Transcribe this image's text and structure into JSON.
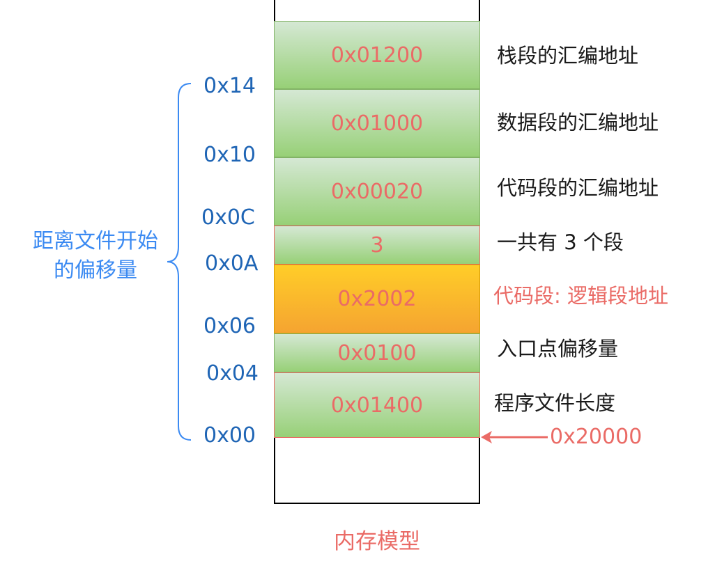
{
  "segments": [
    {
      "value": "0x01200",
      "description": "栈段的汇编地址"
    },
    {
      "value": "0x01000",
      "description": "数据段的汇编地址"
    },
    {
      "value": "0x00020",
      "description": "代码段的汇编地址"
    },
    {
      "value": "3",
      "description": "一共有 3 个段"
    },
    {
      "value": "0x2002",
      "description": "代码段: 逻辑段地址"
    },
    {
      "value": "0x0100",
      "description": "入口点偏移量"
    },
    {
      "value": "0x01400",
      "description": "程序文件长度"
    }
  ],
  "offsets": [
    "0x14",
    "0x10",
    "0x0C",
    "0x0A",
    "0x06",
    "0x04",
    "0x00"
  ],
  "brace_label": {
    "line1": "距离文件开始",
    "line2": "的偏移量"
  },
  "start_address": "0x20000",
  "caption": "内存模型",
  "colors": {
    "green_top": "#d5e8d4",
    "green_bottom": "#97d077",
    "orange_top": "#ffcd28",
    "orange_bottom": "#f5a431",
    "value_text": "#ea6b66",
    "offset_text": "#1f65b5",
    "brace_text": "#3b8af2",
    "arrow": "#ea6b66"
  }
}
